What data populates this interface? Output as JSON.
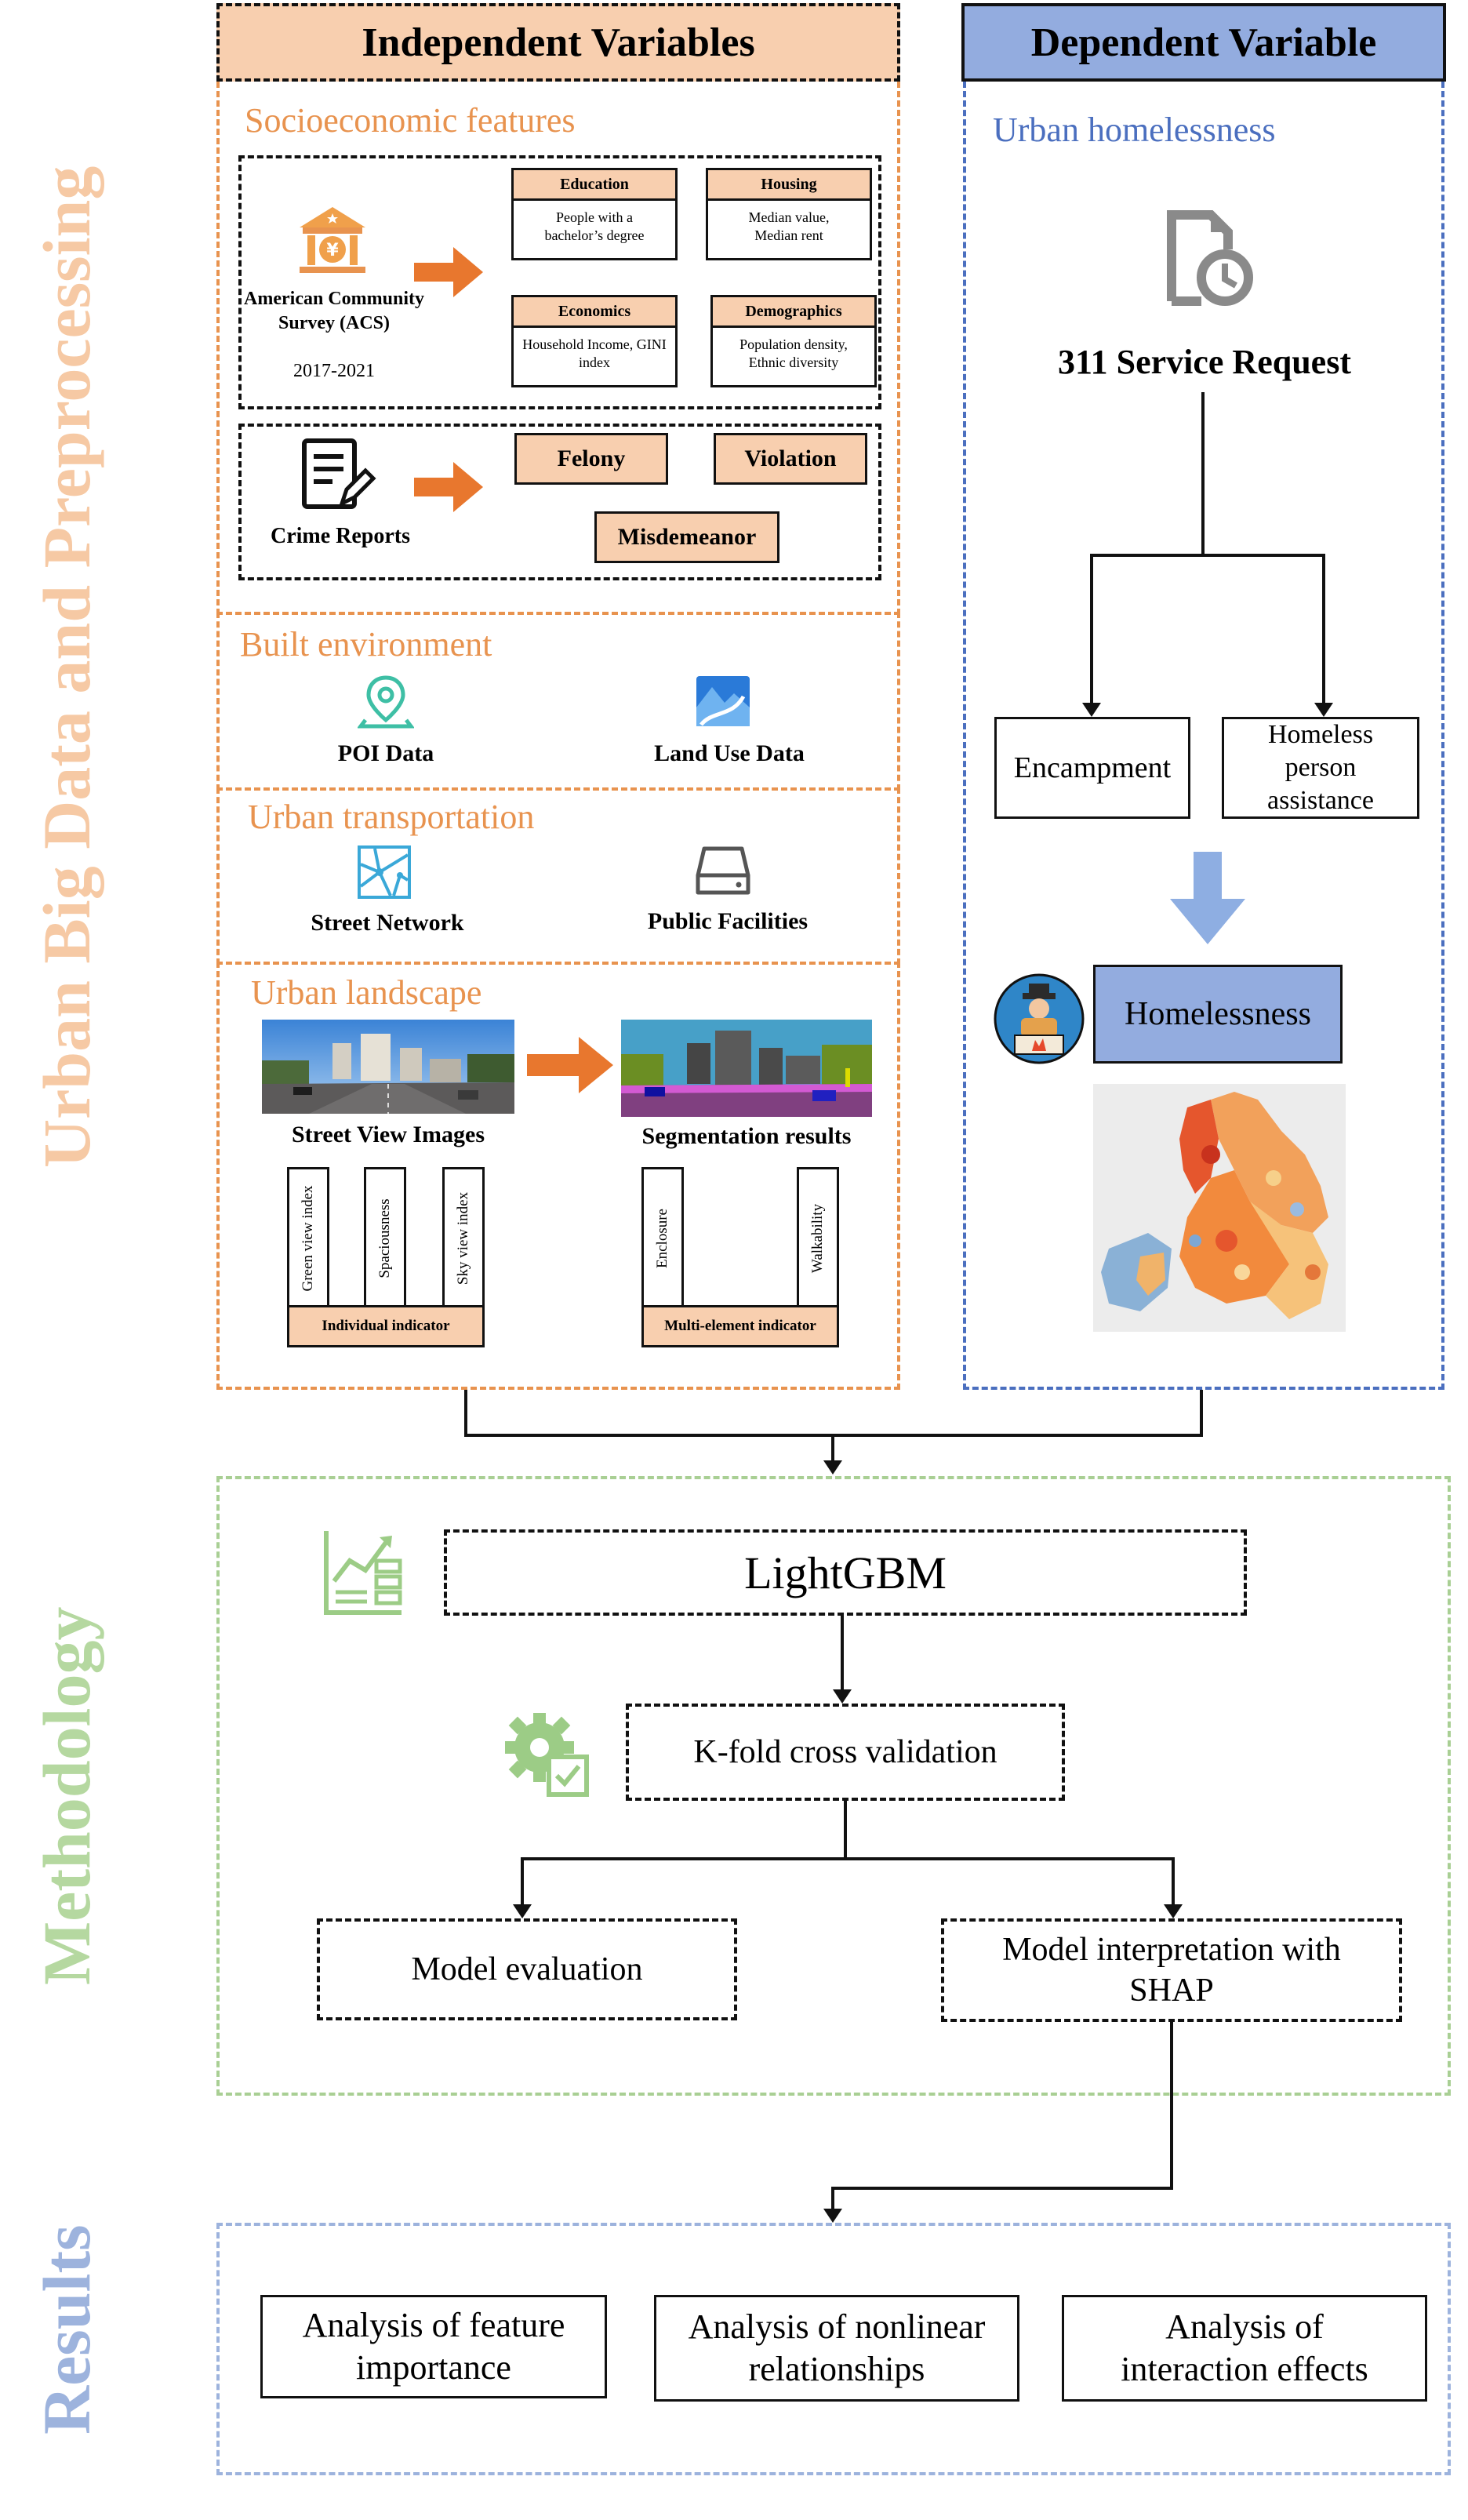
{
  "side_labels": {
    "data": "Urban Big Data and Preprocessing",
    "method": "Methodology",
    "results": "Results"
  },
  "colors": {
    "orange": "#e8934f",
    "peach": "#f8cfaf",
    "blue": "#4b6fbf",
    "light_blue": "#93acdf",
    "green": "#a9cf94"
  },
  "independent": {
    "header": "Independent Variables",
    "socio": {
      "title": "Socioeconomic features",
      "acs_label": "American Community Survey (ACS)",
      "acs_years": "2017-2021",
      "boxes": [
        {
          "head": "Education",
          "body": "People with a bachelor’s degree"
        },
        {
          "head": "Housing",
          "body": "Median value, Median rent"
        },
        {
          "head": "Economics",
          "body": "Household Income, GINI index"
        },
        {
          "head": "Demographics",
          "body": "Population density, Ethnic diversity"
        }
      ],
      "crime_label": "Crime Reports",
      "crime_boxes": [
        "Felony",
        "Violation",
        "Misdemeanor"
      ]
    },
    "built": {
      "title": "Built environment",
      "items": [
        "POI Data",
        "Land Use Data"
      ]
    },
    "transport": {
      "title": "Urban transportation",
      "items": [
        "Street Network",
        "Public Facilities"
      ]
    },
    "landscape": {
      "title": "Urban landscape",
      "sv_label": "Street View Images",
      "seg_label": "Segmentation results",
      "individual": {
        "columns": [
          "Green view index",
          "Spaciousness",
          "Sky view index"
        ],
        "base": "Individual indicator"
      },
      "multi": {
        "columns": [
          "Enclosure",
          "Walkability"
        ],
        "base": "Multi-element indicator"
      }
    }
  },
  "dependent": {
    "header": "Dependent Variable",
    "subtitle": "Urban homelessness",
    "service": "311 Service Request",
    "children": [
      "Encampment",
      "Homeless person assistance"
    ],
    "result": "Homelessness"
  },
  "methodology": {
    "model": "LightGBM",
    "validation": "K-fold cross validation",
    "evaluation": "Model evaluation",
    "interpretation": "Model interpretation with SHAP"
  },
  "results": {
    "items": [
      "Analysis of feature importance",
      "Analysis of nonlinear relationships",
      "Analysis of interaction effects"
    ]
  }
}
